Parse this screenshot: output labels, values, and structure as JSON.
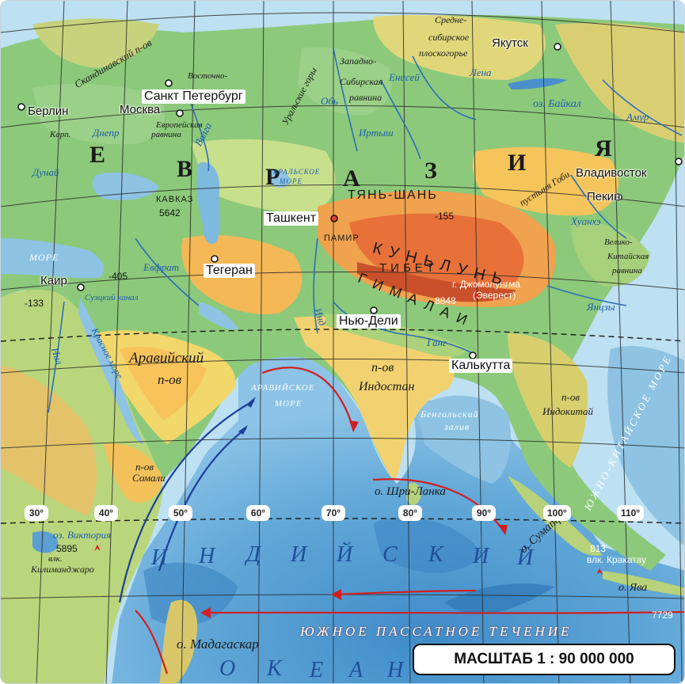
{
  "map": {
    "scale_label": "МАСШТАБ 1 : 90 000 000",
    "longitudes": [
      "30°",
      "40°",
      "50°",
      "60°",
      "70°",
      "80°",
      "90°",
      "100°",
      "110°"
    ],
    "continent_letters": [
      "Е",
      "В",
      "Р",
      "А",
      "З",
      "И",
      "Я"
    ],
    "ocean_letters": [
      "И",
      "Н",
      "Д",
      "И",
      "Й",
      "С",
      "К",
      "И",
      "Й"
    ],
    "ocean_letters_bottom": [
      "О",
      "К",
      "Е",
      "А",
      "Н"
    ],
    "cities": {
      "st_petersburg": "Санкт Петербург",
      "moscow": "Москва",
      "berlin": "Берлин",
      "cairo": "Каир",
      "tehran": "Тегеран",
      "tashkent": "Ташкент",
      "new_delhi": "Нью-Дели",
      "kolkata": "Калькутта",
      "beijing": "Пекин",
      "vladivostok": "Владивосток",
      "yakutsk": "Якутск"
    },
    "regions": {
      "scand": "Скандинавский п-ов",
      "east_eur_1": "Восточно-",
      "east_eur_2": "Европейская",
      "east_eur_3": "равнина",
      "west_sib_1": "Западно-",
      "west_sib_2": "Сибирская",
      "west_sib_3": "равнина",
      "cent_sib_1": "Средне-",
      "cent_sib_2": "сибирское",
      "cent_sib_3": "плоскогорье",
      "ural": "Уральские горы",
      "karp": "Карп.",
      "arab_1": "Аравийский",
      "arab_2": "п-ов",
      "hind_1": "п-ов",
      "hind_2": "Индостан",
      "indochina_1": "п-ов",
      "indochina_2": "Индокитай",
      "somali_1": "п-ов",
      "somali_2": "Сомали",
      "madagascar": "о. Мадагаскар",
      "sri_lanka": "о. Шри-Ланка",
      "sumatra": "о. Суматра",
      "java": "о. Ява",
      "gobi": "пустыня Гоби",
      "china_plain_1": "Велико-",
      "china_plain_2": "Китайская",
      "china_plain_3": "равнина",
      "kilimanjaro_1": "влк.",
      "kilimanjaro_2": "Килиманджаро",
      "krakatau": "влк. Кракатау",
      "everest_1": "г. Джомолунгма",
      "everest_2": "(Эверест)"
    },
    "mountains": {
      "tianshan": "ТЯНЬ-ШАНЬ",
      "kunlun": "КУНЬЛУНЬ",
      "tibet": "ТИБЕТ",
      "himalaya": "ГИМАЛАИ",
      "pamir": "ПАМИР",
      "caucasus": "КАВКАЗ"
    },
    "water": {
      "baikal": "оз. Байкал",
      "victoria": "оз. Виктория",
      "aral_1": "АРАЛЬСКОЕ",
      "aral_2": "МОРЕ",
      "arabian_sea_1": "АРАВИЙСКОЕ",
      "arabian_sea_2": "МОРЕ",
      "bengal_1": "Бенгальский",
      "bengal_2": "залив",
      "south_china": "ЮЖНО-КИТАЙСКОЕ МОРЕ",
      "suez": "Суэцкий канал",
      "red_sea": "Красное море",
      "med": "МОРЕ",
      "current": "ЮЖНОЕ ПАССАТНОЕ ТЕЧЕНИЕ",
      "ganges": "Ганг",
      "indus": "Инд",
      "nile": "Нил",
      "volga": "Волга",
      "ob": "Обь",
      "irtysh": "Иртыш",
      "yenisei": "Енисей",
      "lena": "Лена",
      "amur": "Амур",
      "huanghe": "Хуанхэ",
      "yangtze": "Янцзы",
      "dnepr": "Днепр",
      "danube": "Дунай",
      "euphrates": "Евфрат"
    },
    "peaks": {
      "elbrus": "5642",
      "everest": "8848",
      "kilimanjaro": "5895",
      "turfan": "-155",
      "dead_sea": "-405",
      "qattara": "-133",
      "krakatau": "813",
      "trench": "7729"
    }
  }
}
